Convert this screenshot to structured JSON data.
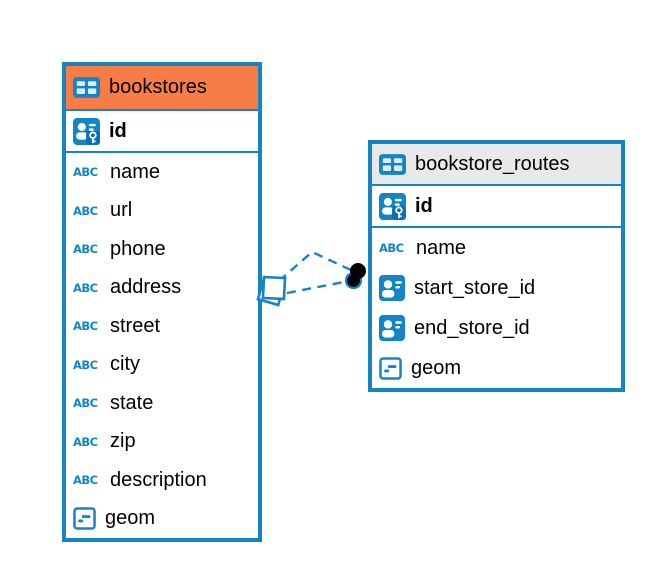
{
  "colors": {
    "accent_blue": "#1385c6",
    "bookstores_header": "#f87c45",
    "routes_header": "#e9e9e9",
    "row_background": "#ffffff",
    "text": "#000000",
    "marker_fill": "#000000"
  },
  "icons": {
    "text_type_label": "ABC"
  },
  "tables": [
    {
      "name": "bookstores",
      "primary_key": {
        "name": "id"
      },
      "columns": [
        {
          "name": "name",
          "type": "text"
        },
        {
          "name": "url",
          "type": "text"
        },
        {
          "name": "phone",
          "type": "text"
        },
        {
          "name": "address",
          "type": "text"
        },
        {
          "name": "street",
          "type": "text"
        },
        {
          "name": "city",
          "type": "text"
        },
        {
          "name": "state",
          "type": "text"
        },
        {
          "name": "zip",
          "type": "text"
        },
        {
          "name": "description",
          "type": "text"
        },
        {
          "name": "geom",
          "type": "geometry"
        }
      ]
    },
    {
      "name": "bookstore_routes",
      "primary_key": {
        "name": "id"
      },
      "columns": [
        {
          "name": "name",
          "type": "text"
        },
        {
          "name": "start_store_id",
          "type": "reference"
        },
        {
          "name": "end_store_id",
          "type": "reference"
        },
        {
          "name": "geom",
          "type": "geometry"
        }
      ]
    }
  ],
  "relationships": [
    {
      "from": "bookstore_routes",
      "to": "bookstores",
      "line_style": "dashed",
      "source_marker": "circle",
      "target_marker": "diamond"
    },
    {
      "from": "bookstore_routes",
      "to": "bookstores",
      "line_style": "dashed",
      "source_marker": "circle",
      "target_marker": "diamond"
    }
  ]
}
